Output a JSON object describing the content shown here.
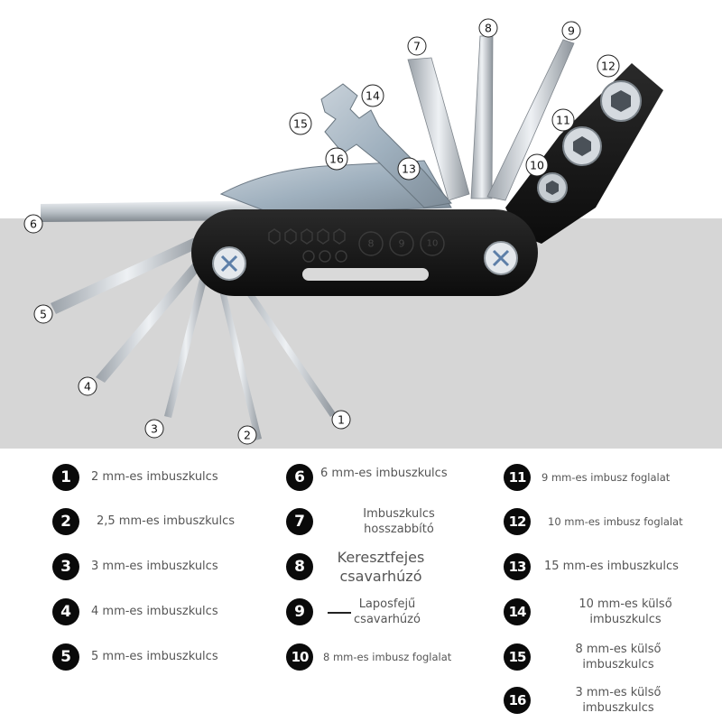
{
  "photo": {
    "callouts": [
      {
        "n": "1"
      },
      {
        "n": "2"
      },
      {
        "n": "3"
      },
      {
        "n": "4"
      },
      {
        "n": "5"
      },
      {
        "n": "6"
      },
      {
        "n": "7"
      },
      {
        "n": "8"
      },
      {
        "n": "9"
      },
      {
        "n": "10"
      },
      {
        "n": "11"
      },
      {
        "n": "12"
      },
      {
        "n": "13"
      },
      {
        "n": "14"
      },
      {
        "n": "15"
      },
      {
        "n": "16"
      }
    ],
    "engraving": [
      "8",
      "9",
      "10"
    ]
  },
  "legend": {
    "items": [
      {
        "n": "1",
        "text": "2 mm-es imbuszkulcs"
      },
      {
        "n": "2",
        "text": "2,5 mm-es imbuszkulcs"
      },
      {
        "n": "3",
        "text": "3 mm-es imbuszkulcs"
      },
      {
        "n": "4",
        "text": "4 mm-es imbuszkulcs"
      },
      {
        "n": "5",
        "text": "5 mm-es imbuszkulcs"
      },
      {
        "n": "6",
        "text": "6 mm-es imbuszkulcs"
      },
      {
        "n": "7",
        "line1": "Imbuszkulcs",
        "line2": "hosszabbító"
      },
      {
        "n": "8",
        "line1": "Keresztfejes",
        "line2": "csavarhúzó"
      },
      {
        "n": "9",
        "line1": "Laposfejű",
        "line2": "csavarhúzó"
      },
      {
        "n": "10",
        "text": "8 mm-es imbusz foglalat"
      },
      {
        "n": "11",
        "text": "9 mm-es imbusz foglalat"
      },
      {
        "n": "12",
        "text": "10 mm-es imbusz foglalat"
      },
      {
        "n": "13",
        "text": "15 mm-es imbuszkulcs"
      },
      {
        "n": "14",
        "line1": "10 mm-es külső",
        "line2": "imbuszkulcs"
      },
      {
        "n": "15",
        "line1": "8 mm-es külső",
        "line2": "imbuszkulcs"
      },
      {
        "n": "16",
        "line1": "3 mm-es külső",
        "line2": "imbuszkulcs"
      }
    ]
  },
  "colors": {
    "band": "#d6d6d6",
    "handle": "#141414",
    "steel": "#c2c8ce",
    "callout": "#ffffff",
    "badge": "#0a0a0a"
  }
}
